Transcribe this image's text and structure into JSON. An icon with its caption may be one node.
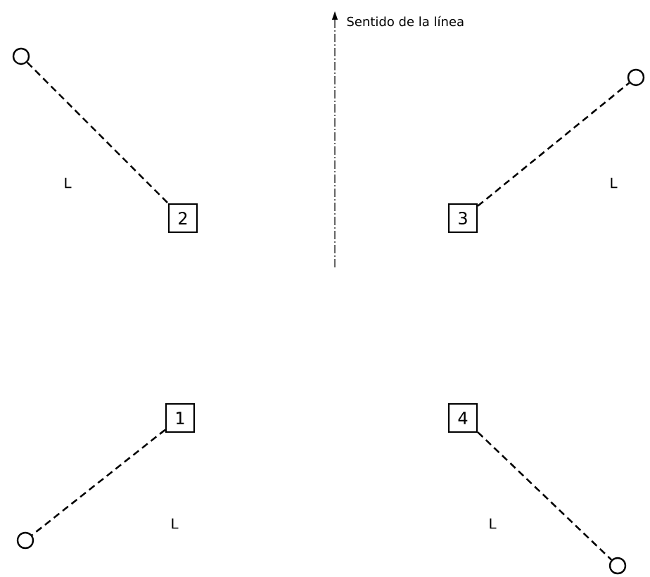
{
  "diagram": {
    "nodes": [
      {
        "text": [],
        "shape": "circle"
      },
      {
        "text": [
          "2"
        ]
      },
      {
        "text": [
          "3"
        ]
      },
      {
        "text": [],
        "shape": "circle"
      },
      {
        "text": [
          "1"
        ]
      },
      {
        "text": [
          "4"
        ]
      },
      {
        "text": [],
        "shape": "circle"
      },
      {
        "text": [],
        "shape": "circle"
      }
    ],
    "edges": [
      {
        "from": 0,
        "to": 1,
        "arrow": "none",
        "style": "dashed"
      },
      {
        "from": 2,
        "to": 3,
        "arrow": "none",
        "style": "dashed"
      },
      {
        "from": 4,
        "to": 6,
        "arrow": "none",
        "style": "dashed"
      },
      {
        "from": 5,
        "to": 7,
        "arrow": "none",
        "style": "dashed"
      }
    ],
    "labels": [
      "Sentido de la línea",
      "L",
      "L",
      "L",
      "L"
    ]
  }
}
